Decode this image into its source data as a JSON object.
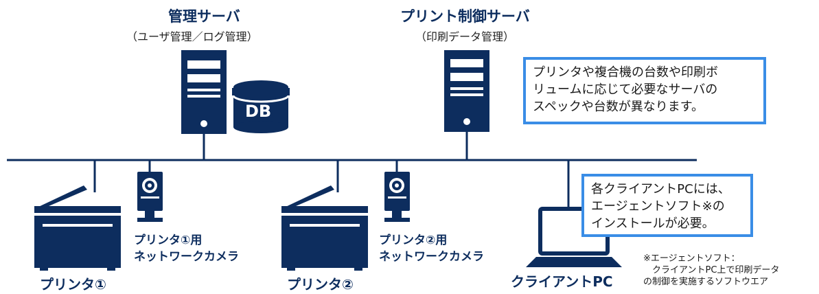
{
  "management_server": {
    "title": "管理サーバ",
    "subtitle": "（ユーザ管理／ログ管理）",
    "db_label": "DB"
  },
  "print_server": {
    "title": "プリント制御サーバ",
    "subtitle": "（印刷データ管理）"
  },
  "server_note": {
    "lines": [
      "プリンタや複合機の台数や印刷ボ",
      "リュームに応じて必要なサーバの",
      "スペックや台数が異なります。"
    ]
  },
  "printer1": {
    "label": "プリンタ①"
  },
  "camera1": {
    "line1": "プリンタ①用",
    "line2": "ネットワークカメラ"
  },
  "printer2": {
    "label": "プリンタ②"
  },
  "camera2": {
    "line1": "プリンタ②用",
    "line2": "ネットワークカメラ"
  },
  "client_pc": {
    "label": "クライアントPC"
  },
  "client_note": {
    "lines": [
      "各クライアントPCには、",
      "エージェントソフト※の",
      "インストールが必要。"
    ]
  },
  "footnote": {
    "lines": [
      "※エージェントソフト：",
      "　クライアントPC上で印刷データ",
      "の制御を実施するソフトウエア"
    ]
  },
  "colors": {
    "navy": "#0d2d5e",
    "note_border": "#3a8de6"
  }
}
